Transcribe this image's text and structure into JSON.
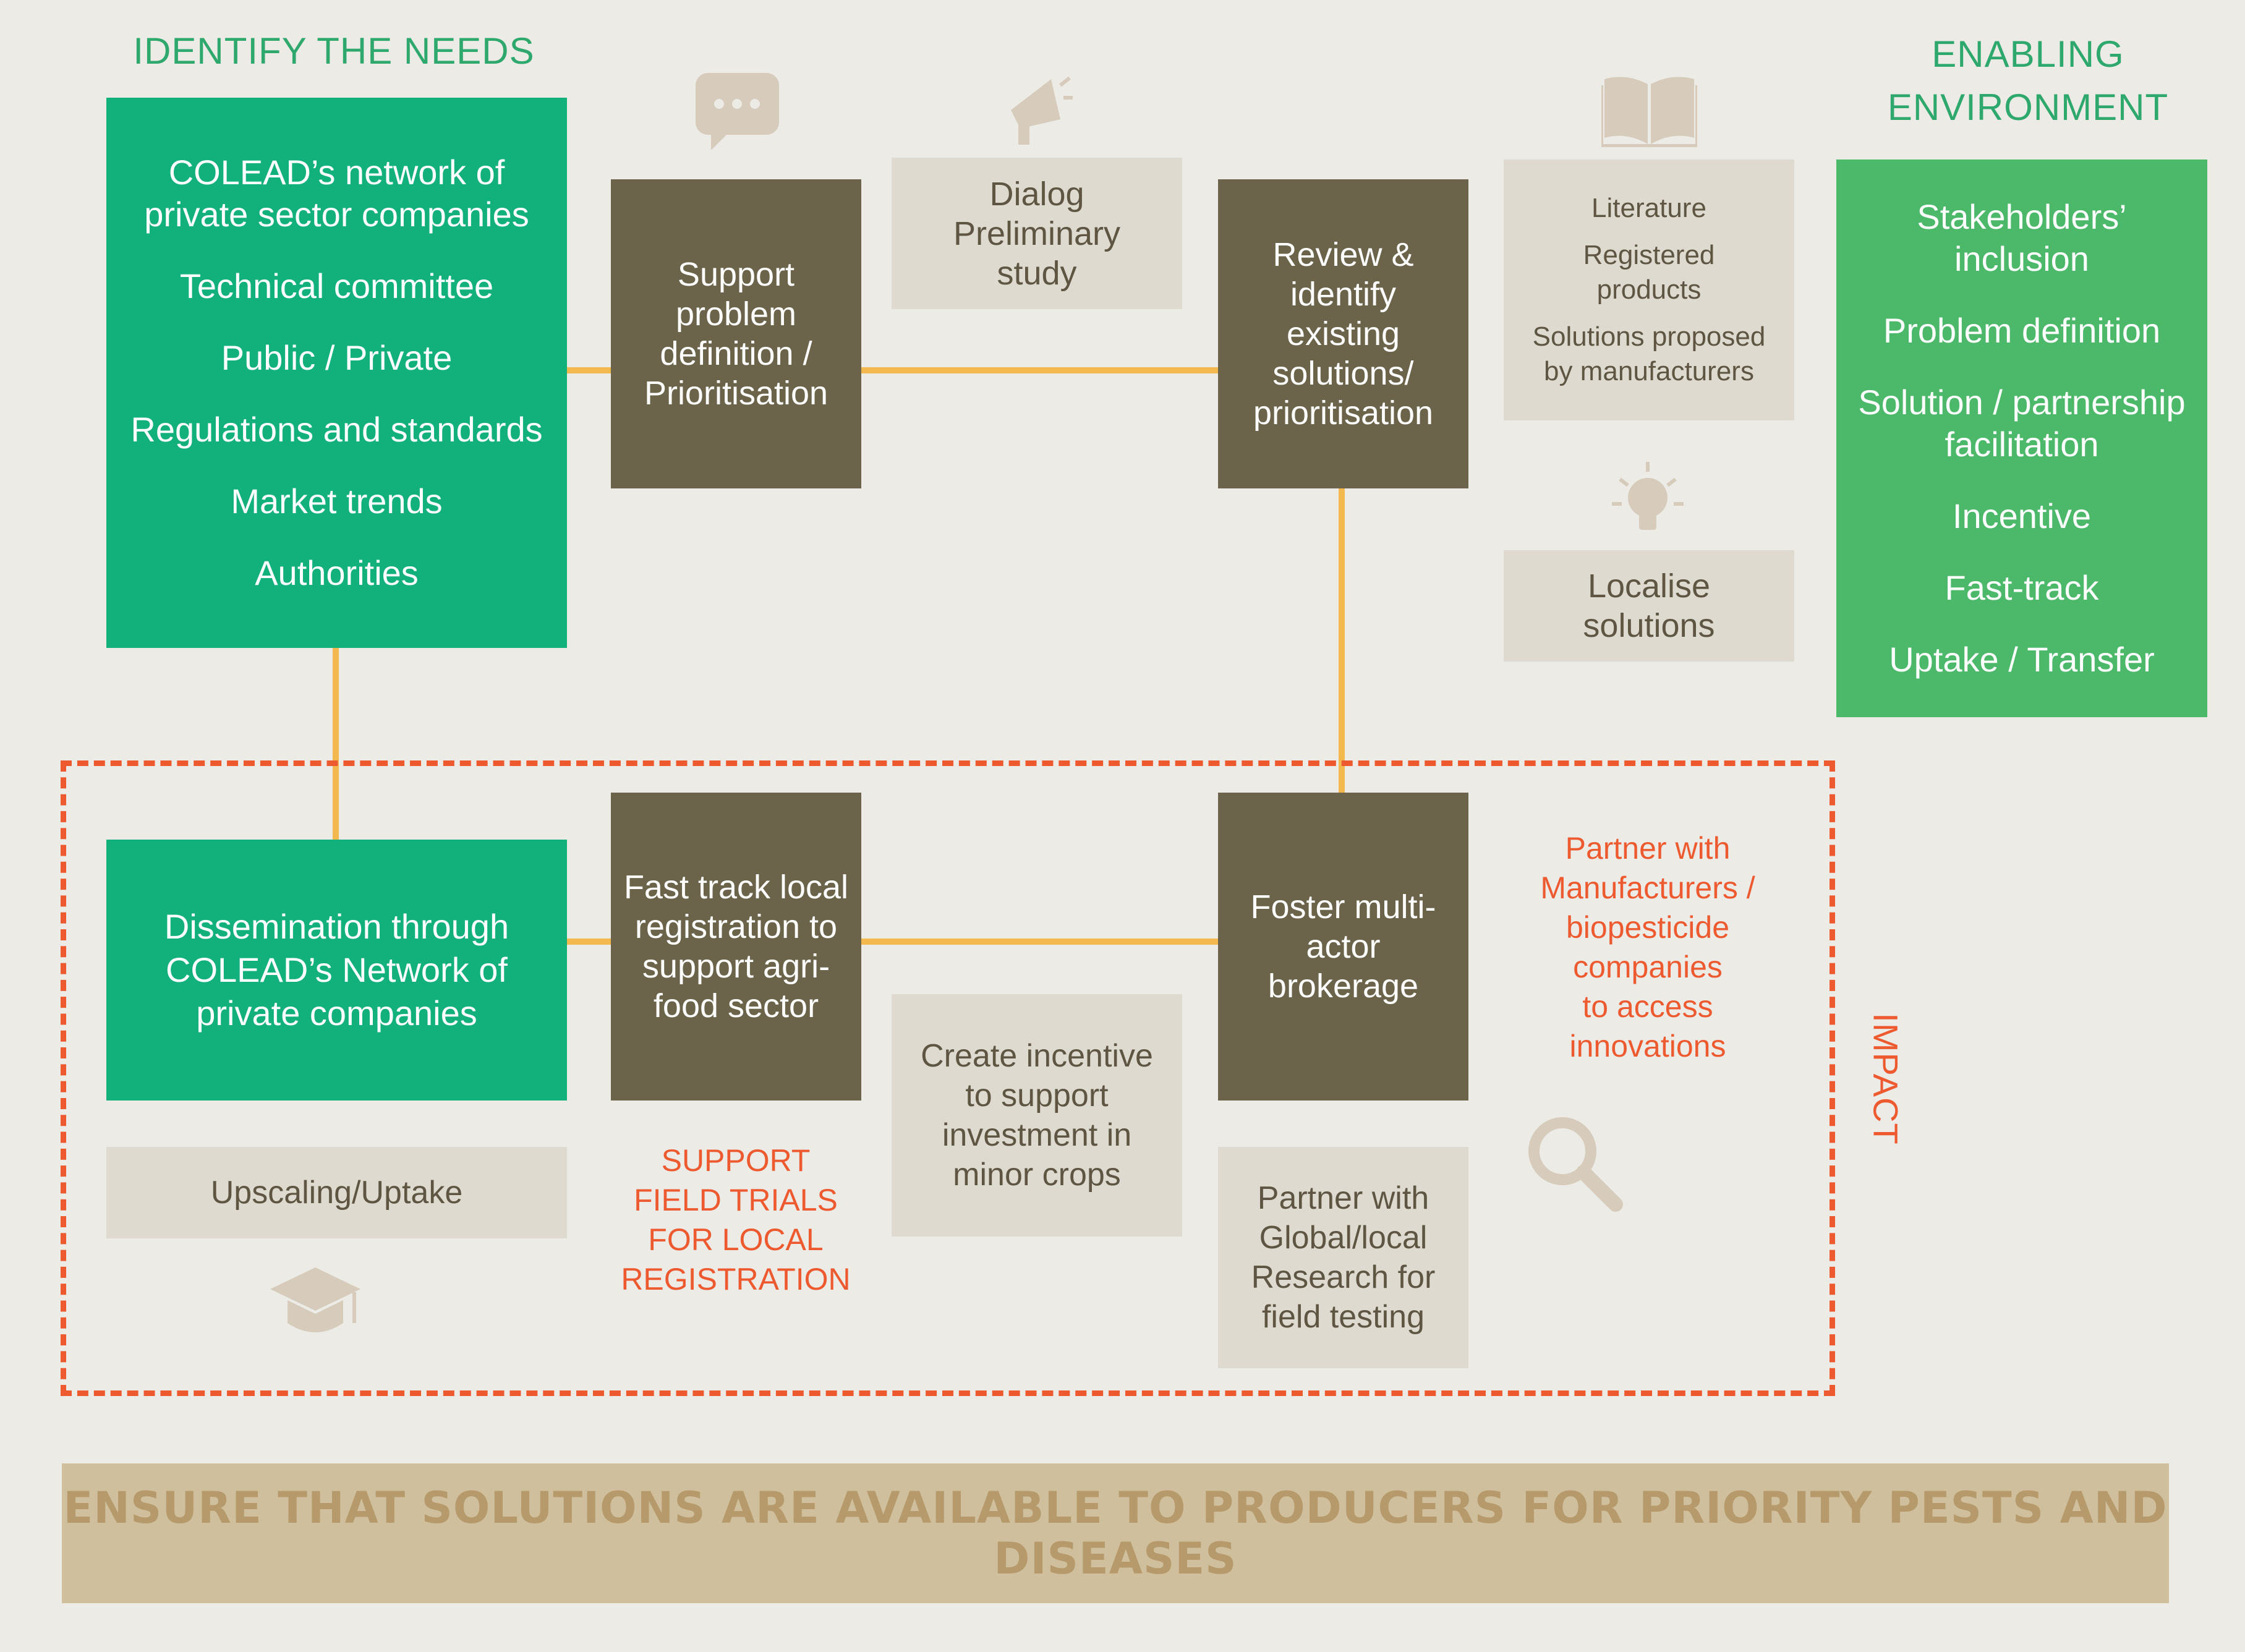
{
  "headings": {
    "identify": "IDENTIFY THE NEEDS",
    "enabling": [
      "ENABLING",
      "ENVIRONMENT"
    ]
  },
  "needs_box": {
    "items": [
      "COLEAD’s network of private sector companies",
      "Technical committee",
      "Public / Private",
      "Regulations and standards",
      "Market trends",
      "Authorities"
    ]
  },
  "boxes": {
    "support_problem": "Support problem definition / Prioritisation",
    "dialog": [
      "Dialog",
      "Preliminary",
      "study"
    ],
    "review": "Review & identify existing solutions/ prioritisation",
    "literature": [
      "Literature",
      "Registered products",
      "Solutions proposed by manufacturers"
    ],
    "localise": "Localise solutions",
    "dissemination": "Dissemination through COLEAD’s Network of private companies",
    "fast_track": "Fast track local registration to support agri-food sector",
    "foster": "Foster multi-actor brokerage",
    "upscaling": "Upscaling/Uptake",
    "create_incentive": "Create incentive to support investment in minor crops",
    "partner_global": "Partner with Global/local Research for field testing"
  },
  "enabling_box": {
    "items": [
      "Stakeholders’ inclusion",
      "Problem definition",
      "Solution / partnership facilitation",
      "Incentive",
      "Fast-track",
      "Uptake / Transfer"
    ]
  },
  "red_labels": {
    "support_field": [
      "SUPPORT",
      "FIELD TRIALS",
      "FOR LOCAL",
      "REGISTRATION"
    ],
    "partner_manufacturers": [
      "Partner with",
      "Manufacturers /",
      "biopesticide",
      "companies",
      "to access",
      "innovations"
    ],
    "impact": "IMPACT"
  },
  "banner": "ENSURE THAT SOLUTIONS ARE AVAILABLE TO PRODUCERS FOR PRIORITY PESTS AND DISEASES",
  "icons": [
    "chat-icon",
    "megaphone-icon",
    "book-icon",
    "lightbulb-icon",
    "graduation-cap-icon",
    "magnifier-icon"
  ],
  "colors": {
    "green": "#12b07a",
    "green_alt": "#4bb86a",
    "olive": "#6b644a",
    "connector": "#f4b94e",
    "impact_red": "#ee5a30",
    "banner": "#cfbf9d"
  }
}
